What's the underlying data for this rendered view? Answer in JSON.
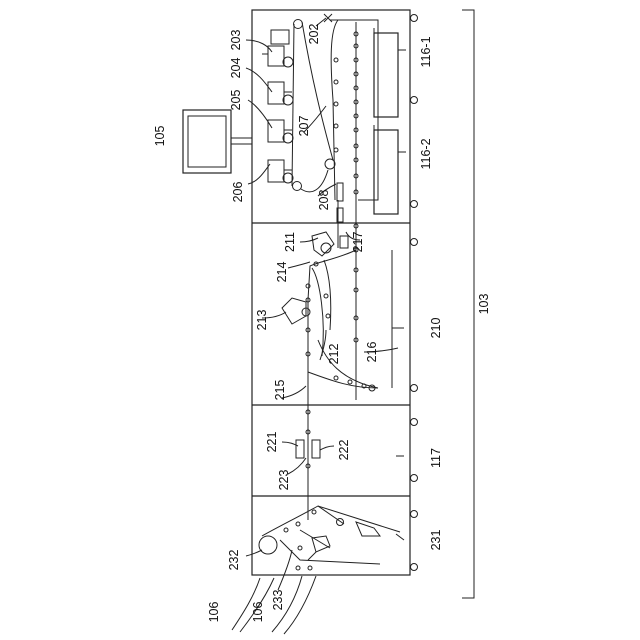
{
  "figure": {
    "labels": {
      "l203": "203",
      "l202": "202",
      "l204": "204",
      "l205": "205",
      "l105": "105",
      "l207": "207",
      "l206": "206",
      "l208": "208",
      "l116_1": "116-1",
      "l116_2": "116-2",
      "l211": "211",
      "l217": "217",
      "l214": "214",
      "l213": "213",
      "l212": "212",
      "l216": "216",
      "l210": "210",
      "l215": "215",
      "l103": "103",
      "l221": "221",
      "l222": "222",
      "l223": "223",
      "l117": "117",
      "l232": "232",
      "l231": "231",
      "l233": "233",
      "l106a": "106",
      "l106b": "106"
    }
  }
}
